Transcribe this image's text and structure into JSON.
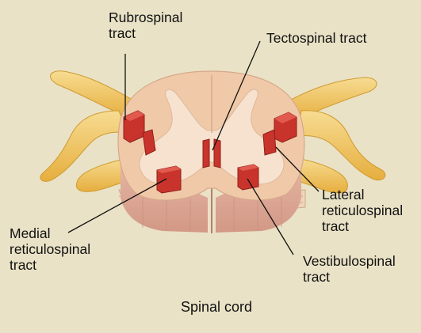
{
  "labels": {
    "rubrospinal": [
      "Rubrospinal",
      "tract"
    ],
    "tectospinal": [
      "Tectospinal tract"
    ],
    "lateral_reticulospinal": [
      "Lateral",
      "reticulospinal",
      "tract"
    ],
    "medial_reticulospinal": [
      "Medial",
      "reticulospinal",
      "tract"
    ],
    "vestibulospinal": [
      "Vestibulospinal",
      "tract"
    ]
  },
  "caption": "Spinal cord",
  "colors": {
    "background": "#e9e2c6",
    "white_matter": "#f0c9a8",
    "gray_matter": "#f7e2cf",
    "tract": "#c8342c",
    "nerve": "#f2c765",
    "leader_line": "#111111"
  }
}
